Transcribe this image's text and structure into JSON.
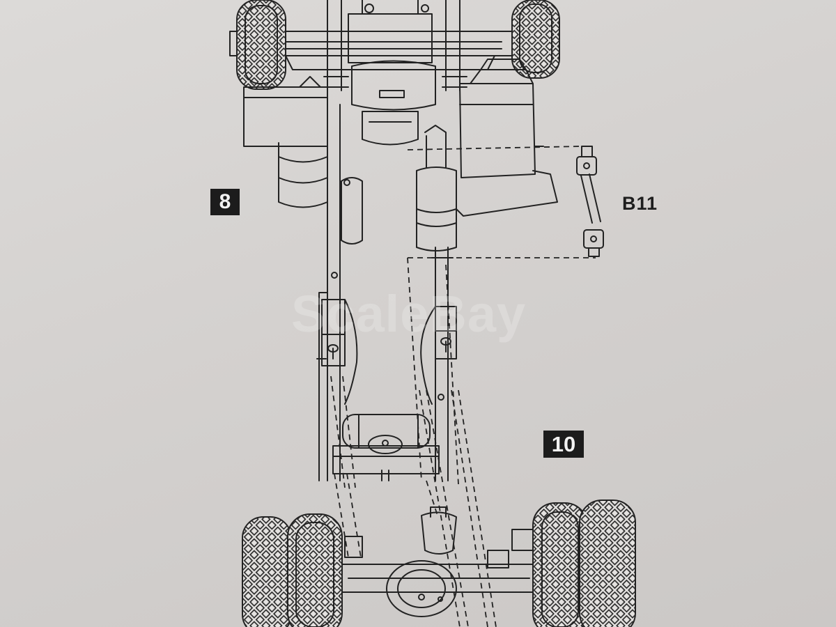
{
  "steps": {
    "step_8": "8",
    "step_10": "10"
  },
  "parts": {
    "b11": "B11"
  },
  "watermark": "ScaleBay",
  "colors": {
    "paper": "#d6d3d1",
    "ink": "#1c1c1c",
    "badge_text": "#f2f2f2"
  }
}
